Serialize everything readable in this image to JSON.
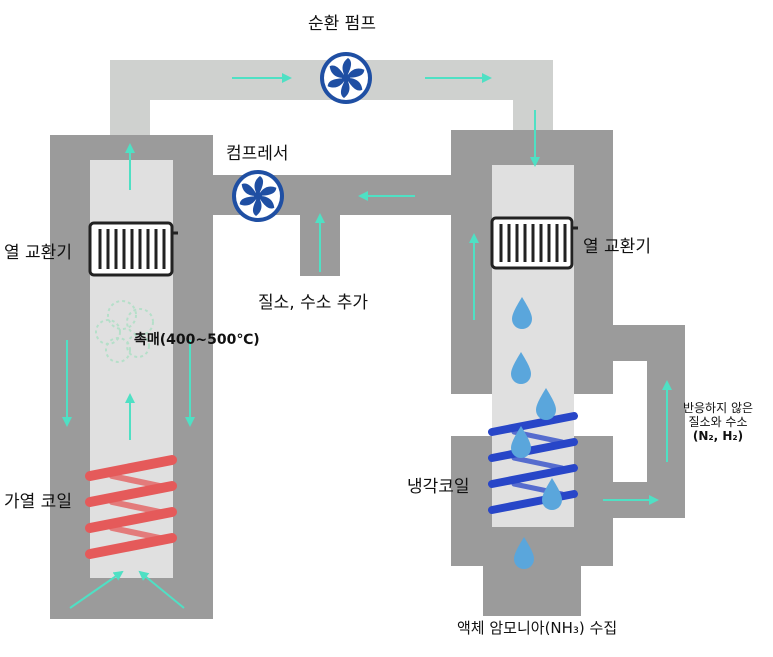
{
  "labels": {
    "circulation_pump": "순환 펌프",
    "compressor": "컴프레서",
    "heat_exchanger_left": "열 교환기",
    "heat_exchanger_right": "열 교환기",
    "feed_gas": "질소, 수소 추가",
    "catalyst": "촉매(400~500℃)",
    "heating_coil": "가열 코일",
    "cooling_coil": "냉각코일",
    "unreacted_line1": "반응하지 않은",
    "unreacted_line2": "질소와 수소",
    "unreacted_line3": "(N₂, H₂)",
    "ammonia_collection": "액체 암모니아(NH₃) 수집"
  },
  "colors": {
    "vessel": "#9b9b9b",
    "pipe": "#cfd1cf",
    "chamber": "#e0e0e0",
    "flow_arrow": "#4fe0c4",
    "fan": "#1f4fa3",
    "heating_coil": "#e55a5a",
    "cooling_coil": "#2846c8",
    "droplet": "#5aa6dc",
    "heat_exchanger": "#222222",
    "catalyst_cloud": "#b5dfc9"
  },
  "icons": {
    "pump": "fan-icon",
    "compressor": "fan-icon",
    "heat_exchanger": "radiator-icon",
    "droplet": "droplet-icon",
    "catalyst": "cloud-icon"
  }
}
